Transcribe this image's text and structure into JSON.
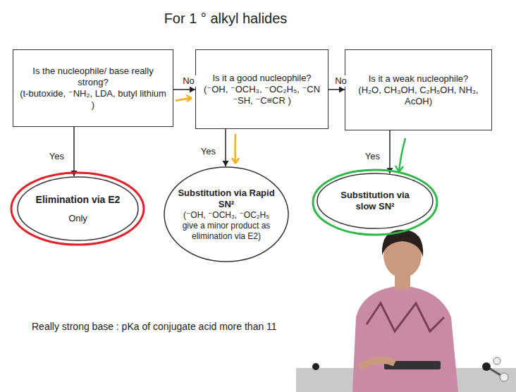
{
  "diagram": {
    "title": "For 1 ° alkyl halides",
    "nodes": [
      {
        "text": [
          "Is the nucleophile/ base really strong?",
          "(t-butoxide, ⁻NH₂, LDA, butyl lithium )"
        ]
      },
      {
        "text": [
          "Is it a good nucleophile?",
          "(⁻OH, ⁻OCH₃, ⁻OC₂H₅, ⁻CN ⁻SH, ⁻C≡CR )"
        ]
      },
      {
        "text": [
          "Is it a weak nucleophile?",
          "(H₂O, CH₃OH, C₂H₅OH, NH₃, AcOH)"
        ]
      },
      {
        "text": [
          "Elimination via E2",
          "Only"
        ]
      },
      {
        "text": [
          "Substitution via Rapid SN²",
          "(⁻OH, ⁻OCH₃, ⁻OC₂H₅ give a minor product as elimination via E2)"
        ]
      },
      {
        "text": [
          "Substitution via slow SN²"
        ]
      }
    ],
    "edges": [
      {
        "from": 0,
        "to": 1,
        "label": "No",
        "arrow": "to"
      },
      {
        "from": 1,
        "to": 2,
        "label": "No",
        "arrow": "to"
      },
      {
        "from": 0,
        "to": 3,
        "label": "Yes",
        "arrow": "to"
      },
      {
        "from": 1,
        "to": 4,
        "label": "Yes",
        "arrow": "to"
      },
      {
        "from": 2,
        "to": 5,
        "label": "Yes",
        "arrow": "to"
      }
    ],
    "labels": [
      "Really strong base : pKa of conjugate acid more than 11"
    ]
  }
}
